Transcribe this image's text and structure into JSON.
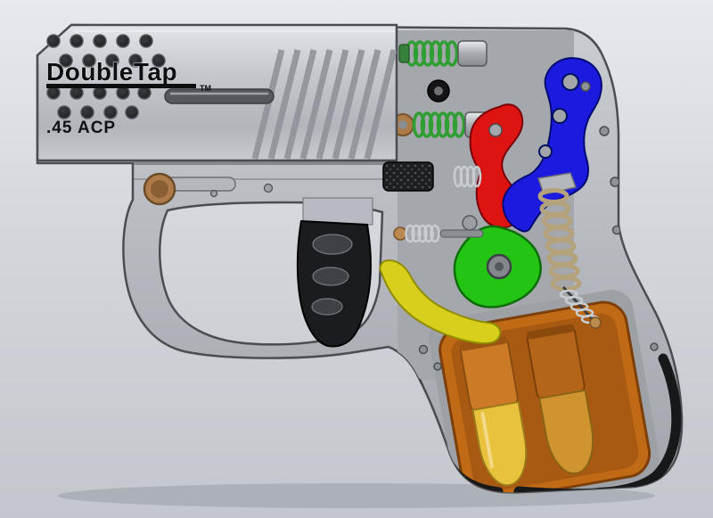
{
  "image": {
    "alt": "CAD cutaway render of a DoubleTap .45 ACP two-shot derringer pistol showing the internal firing mechanism and two spare cartridges stored in the grip"
  },
  "labels": {
    "brand": "DoubleTap",
    "trademark": "TM",
    "caliber": ".45 ACP"
  },
  "colors": {
    "background_top": "#e6e9ed",
    "background_bottom": "#c3c7cd",
    "frame_gray": "#b7bac0",
    "slide_gray": "#cdd0d5",
    "recess_gray": "#a5a8ad",
    "outline": "#4a4d52",
    "hammer_blue": "#1d1ae0",
    "cam_red": "#de1412",
    "rotor_green": "#24c414",
    "spring_green": "#2f9e33",
    "trigger_bar_yellow": "#d8cf1c",
    "trigger_black": "#1b1c1f",
    "latch_bronze": "#ad7b4a",
    "mag_orange": "#c06a16",
    "case_orange": "#cd7a26",
    "case_orange_dark": "#b5651a",
    "bullet_yellow": "#e9c23d",
    "bullet_copper": "#cf9430",
    "spring_tan": "#b3a27c",
    "spring_silver": "#c9ccd0",
    "metal_dark": "#55585c"
  }
}
